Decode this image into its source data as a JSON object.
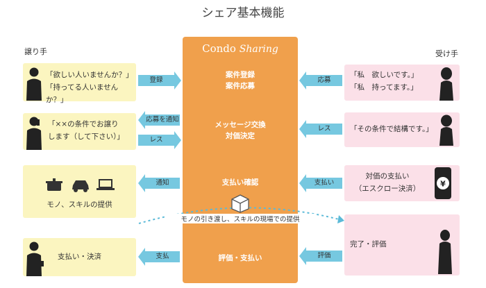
{
  "title": "シェア基本機能",
  "left_label": "譲り手",
  "right_label": "受け手",
  "brand": {
    "main": "Condo",
    "italic": "Sharing"
  },
  "steps": [
    {
      "center": [
        "案件登録",
        "案件応募"
      ],
      "left_text": [
        "「欲しい人いませんか？」",
        "「持ってる人いませんか？」"
      ],
      "right_text": [
        "「私　欲しいです。」",
        "「私　持ってます。」"
      ],
      "arrows": [
        {
          "label": "登録",
          "dir": "right"
        },
        {
          "label": "応募",
          "dir": "left"
        }
      ]
    },
    {
      "center": [
        "メッセージ交換",
        "対価決定"
      ],
      "left_text": [
        "「××の条件でお譲り",
        "します（して下さい）」"
      ],
      "right_text": [
        "「その条件で結構です。」"
      ],
      "arrows": [
        {
          "label": "応募を通知",
          "dir": "left"
        },
        {
          "label": "レス",
          "dir": "right"
        },
        {
          "label": "レス",
          "dir": "left"
        }
      ]
    },
    {
      "center": [
        "支払い確認"
      ],
      "left_text": [
        "モノ、スキルの提供"
      ],
      "right_text": [
        "対価の支払い",
        "（エスクロー決済）"
      ],
      "arrows": [
        {
          "label": "通知",
          "dir": "left"
        },
        {
          "label": "支払い",
          "dir": "left"
        }
      ]
    },
    {
      "center": [
        "評価・支払い"
      ],
      "left_text": [
        "支払い・決済"
      ],
      "right_text": [
        "完了・評価"
      ],
      "arrows": [
        {
          "label": "支払",
          "dir": "left"
        },
        {
          "label": "評価",
          "dir": "left"
        }
      ]
    }
  ],
  "delivery_label": "モノの引き渡し、スキルの現場での提供",
  "colors": {
    "center": "#f0a04c",
    "arrow": "#76c8e0",
    "left_box": "#fbf5c0",
    "right_box": "#fbe0e8",
    "curve": "#5bbad8"
  }
}
